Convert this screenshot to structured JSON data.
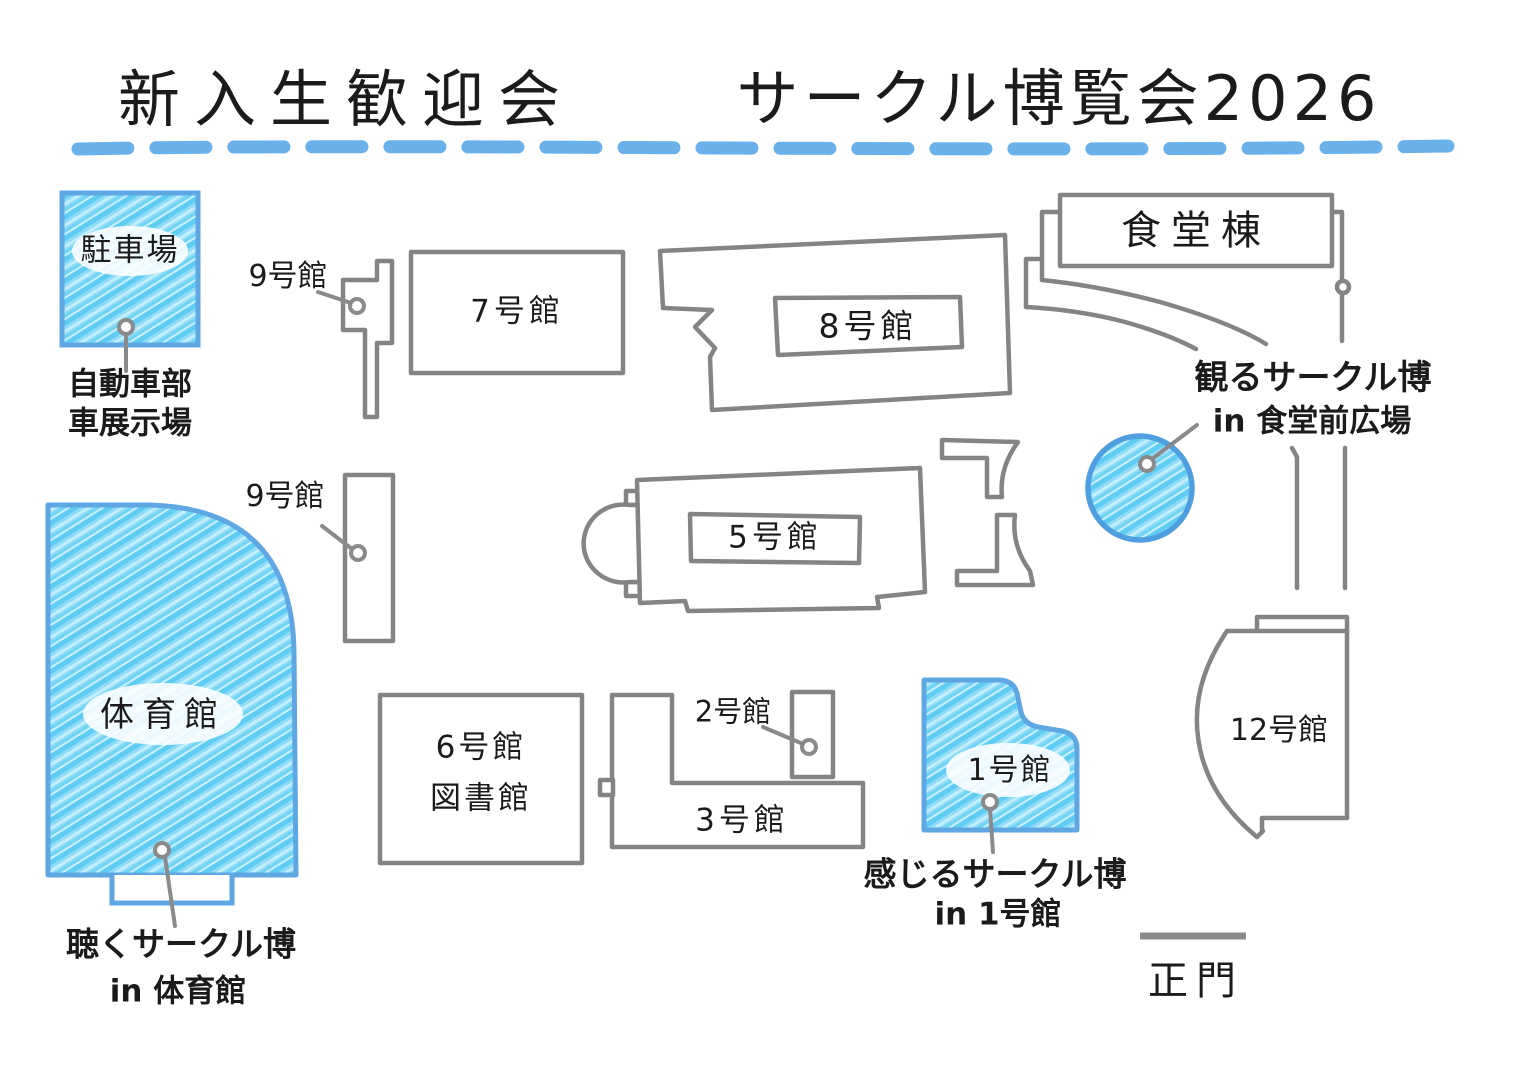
{
  "title": {
    "left": "新入生歓迎会",
    "right": "サークル博覧会2026"
  },
  "map": {
    "parking_label": "駐車場",
    "bldg9_north_label": "9号館",
    "bldg9_south_label": "9号館",
    "bldg7_label": "7号館",
    "bldg8_label": "8号館",
    "cafeteria_label": "食堂棟",
    "bldg5_label": "5号館",
    "gym_label": "体育館",
    "bldg6_label_line1": "6号館",
    "bldg6_label_line2": "図書館",
    "bldg2_label": "2号館",
    "bldg3_label": "3号館",
    "bldg1_label": "1号館",
    "bldg12_label": "12号館",
    "gate_label": "正門"
  },
  "annotations": {
    "car_exhibit_line1": "自動車部",
    "car_exhibit_line2": "車展示場",
    "watch_line1": "観るサークル博",
    "watch_line2": "in 食堂前広場",
    "listen_line1": "聴くサークル博",
    "listen_line2": "in 体育館",
    "feel_line1": "感じるサークル博",
    "feel_line2": "in 1号館"
  },
  "colors": {
    "outline_gray": "#848484",
    "connector_gray": "#8a8a8a",
    "crayon_blue": "#7ed8f6",
    "border_blue": "#5fa7e2",
    "circle_border_blue": "#4f9fe0",
    "dash_blue": "#6ab0ea",
    "text_black": "#1b1b1b"
  }
}
